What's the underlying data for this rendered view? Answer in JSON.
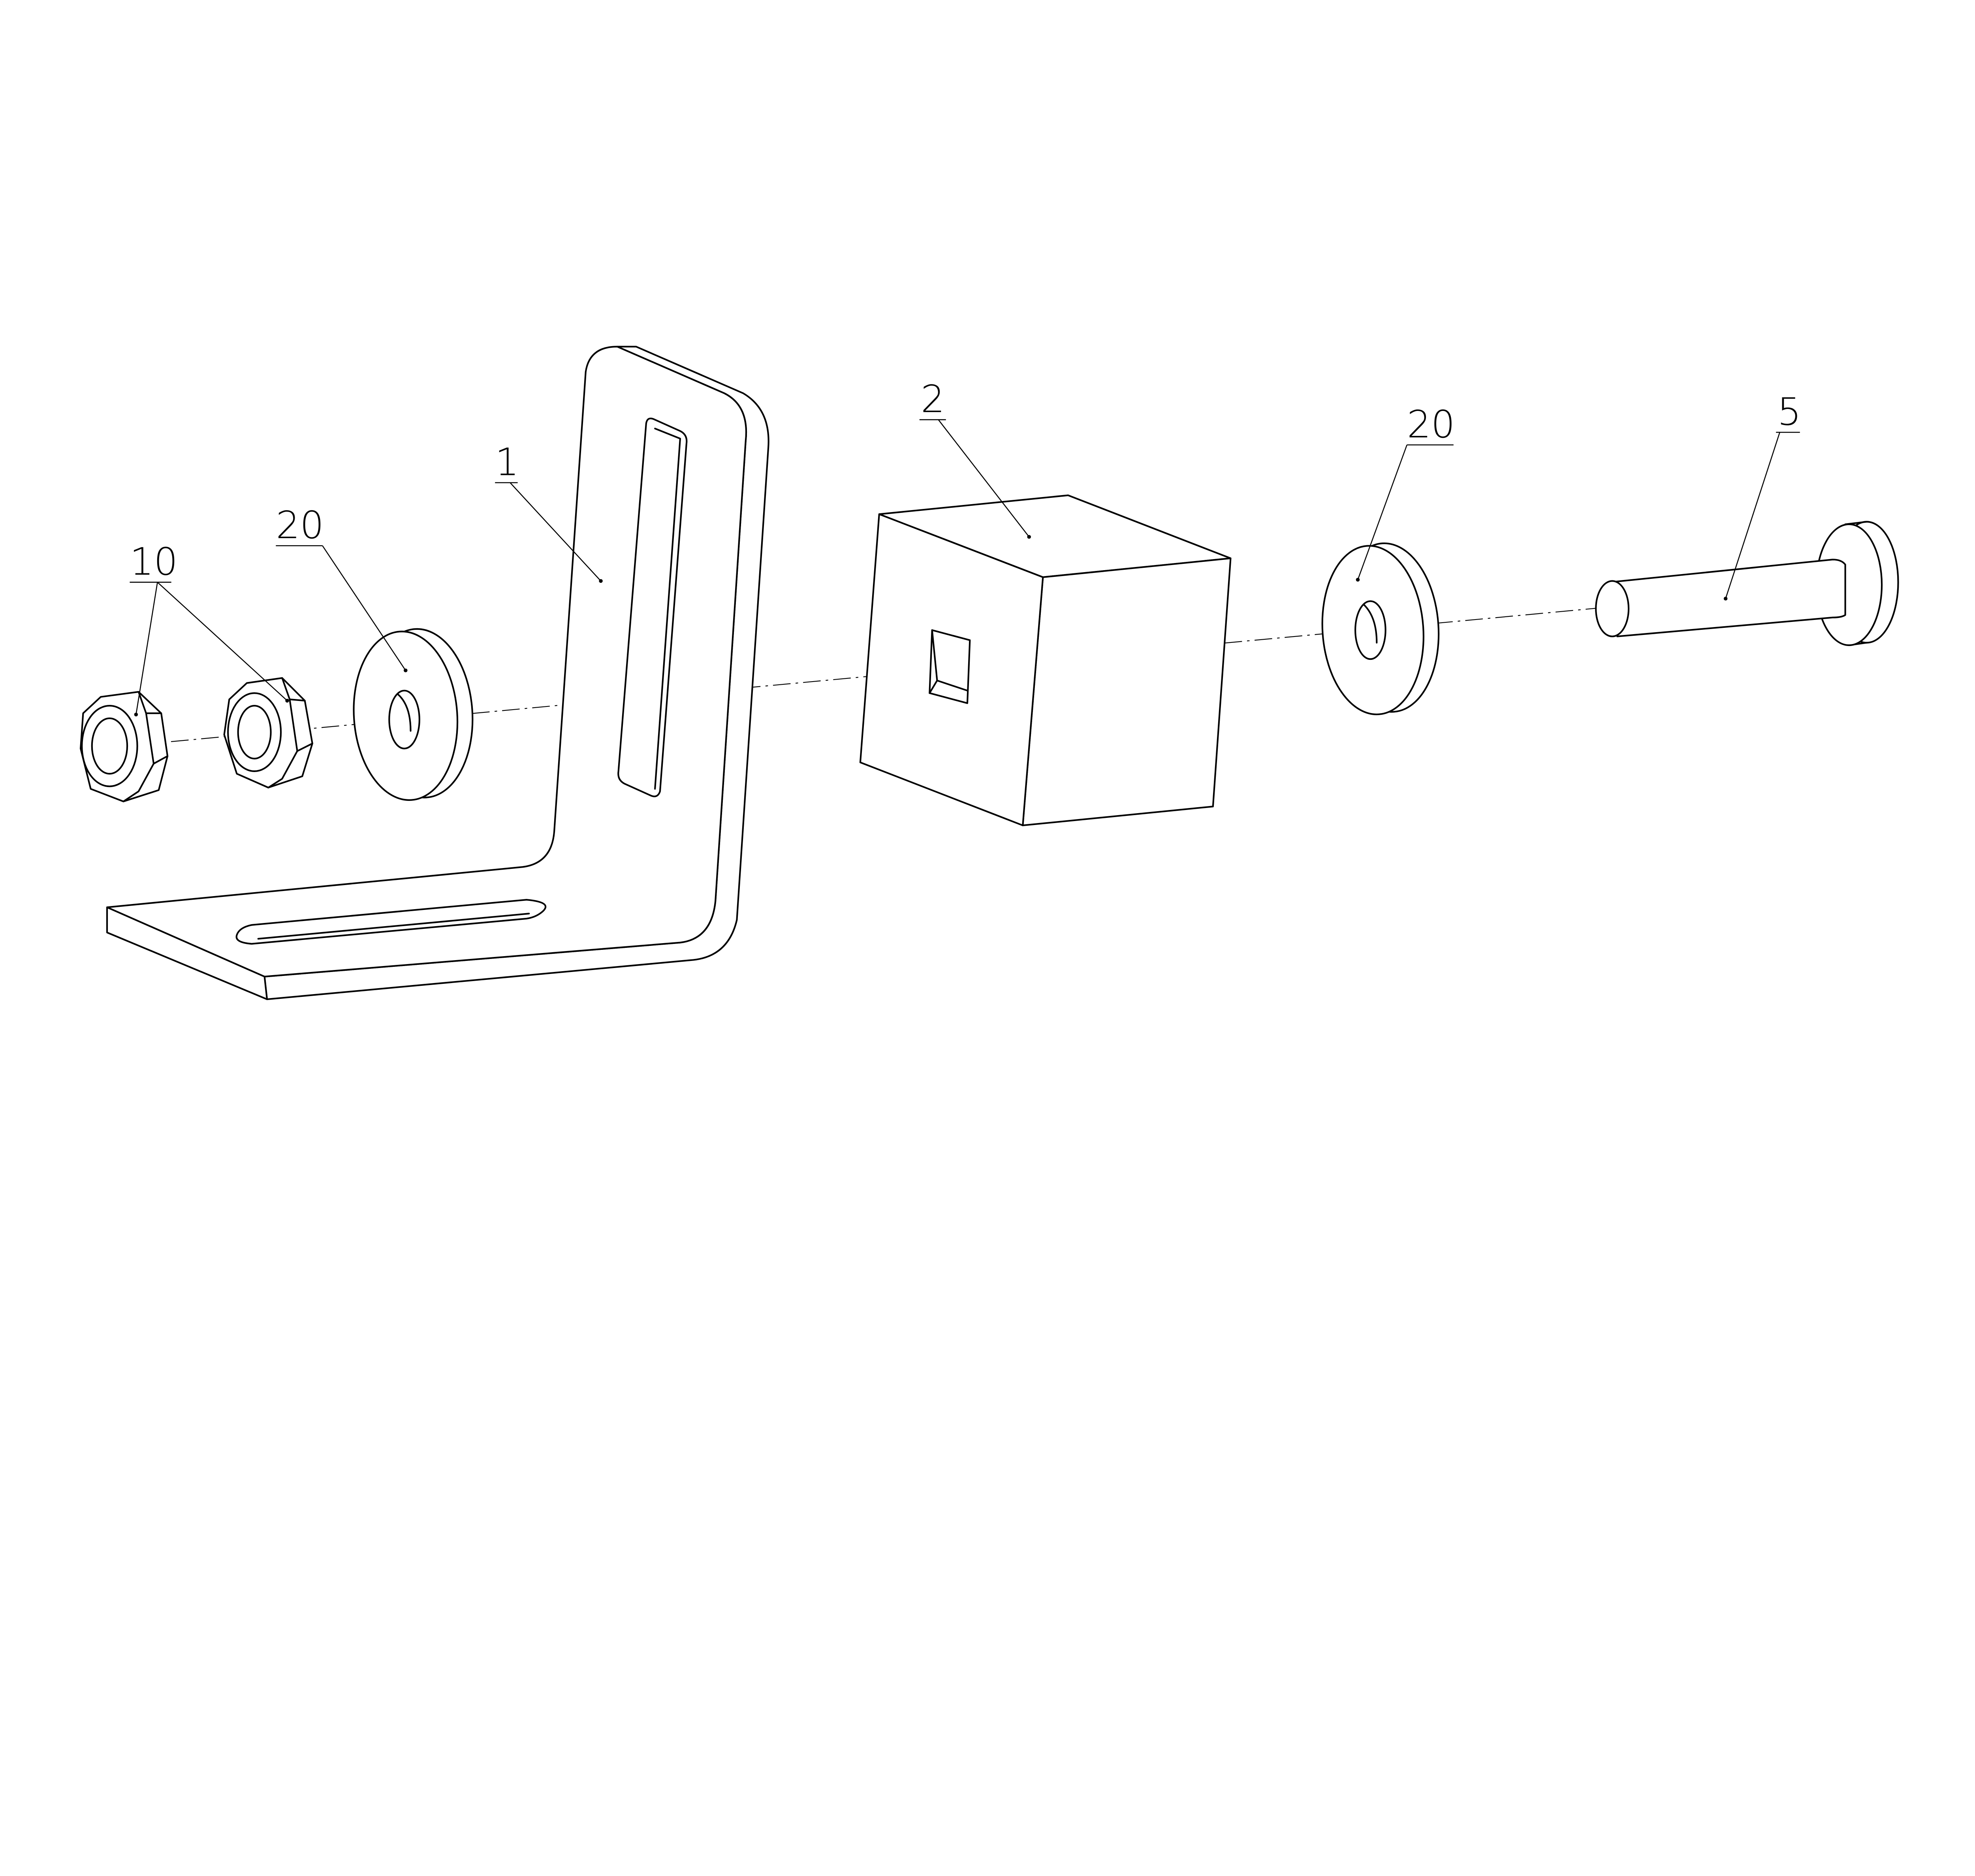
{
  "figure": {
    "type": "exploded assembly drawing",
    "colors": {
      "line": "#000000",
      "background": "#ffffff"
    },
    "labels": [
      {
        "id": "nuts",
        "text": "10"
      },
      {
        "id": "washer-left",
        "text": "20"
      },
      {
        "id": "bracket",
        "text": "1"
      },
      {
        "id": "block",
        "text": "2"
      },
      {
        "id": "washer-right",
        "text": "20"
      },
      {
        "id": "pin",
        "text": "5"
      }
    ]
  }
}
